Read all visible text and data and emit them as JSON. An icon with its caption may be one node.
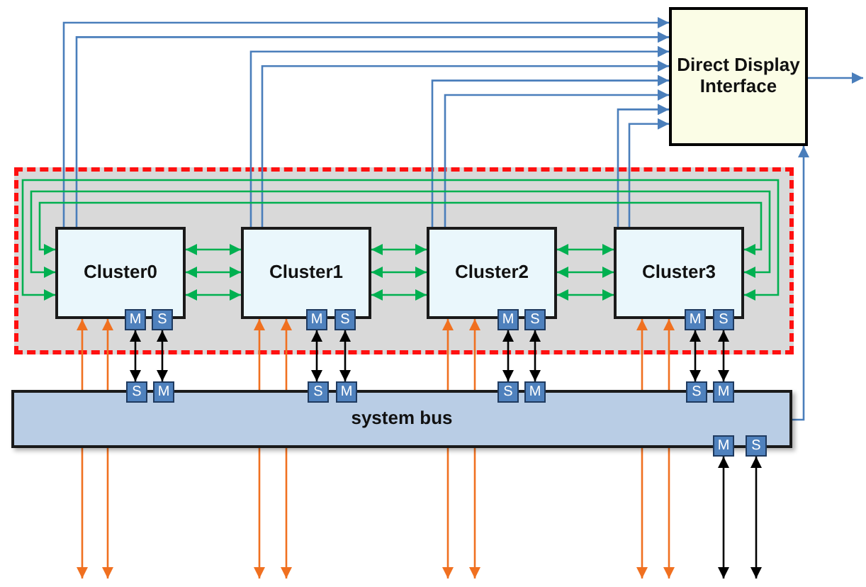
{
  "diagram": {
    "nodes": [
      {
        "text": [
          "Direct Display Interface"
        ]
      },
      {
        "text": [],
        "shape": "box"
      },
      {
        "text": [
          "Cluster0"
        ],
        "in": 1
      },
      {
        "text": [
          "Cluster1"
        ],
        "in": 1
      },
      {
        "text": [
          "Cluster2"
        ],
        "in": 1
      },
      {
        "text": [
          "Cluster3"
        ],
        "in": 1
      },
      {
        "text": [
          "M"
        ],
        "in": 1
      },
      {
        "text": [
          "S"
        ],
        "in": 1
      },
      {
        "text": [
          "M"
        ],
        "in": 1
      },
      {
        "text": [
          "S"
        ],
        "in": 1
      },
      {
        "text": [
          "M"
        ],
        "in": 1
      },
      {
        "text": [
          "S"
        ],
        "in": 1
      },
      {
        "text": [
          "M"
        ],
        "in": 1
      },
      {
        "text": [
          "S"
        ],
        "in": 1
      },
      {
        "text": [
          "system bus"
        ]
      },
      {
        "text": [
          "S"
        ]
      },
      {
        "text": [
          "M"
        ]
      },
      {
        "text": [
          "S"
        ]
      },
      {
        "text": [
          "M"
        ]
      },
      {
        "text": [
          "S"
        ]
      },
      {
        "text": [
          "M"
        ]
      },
      {
        "text": [
          "S"
        ]
      },
      {
        "text": [
          "M"
        ]
      },
      {
        "text": [
          "M"
        ]
      },
      {
        "text": [
          "S"
        ]
      }
    ],
    "edges": [
      {
        "from": 2,
        "to": 0,
        "arrow": "to",
        "color": "#4a7ebb"
      },
      {
        "from": 2,
        "to": 0,
        "arrow": "to",
        "color": "#4a7ebb"
      },
      {
        "from": 3,
        "to": 0,
        "arrow": "to",
        "color": "#4a7ebb"
      },
      {
        "from": 3,
        "to": 0,
        "arrow": "to",
        "color": "#4a7ebb"
      },
      {
        "from": 4,
        "to": 0,
        "arrow": "to",
        "color": "#4a7ebb"
      },
      {
        "from": 4,
        "to": 0,
        "arrow": "to",
        "color": "#4a7ebb"
      },
      {
        "from": 5,
        "to": 0,
        "arrow": "to",
        "color": "#4a7ebb"
      },
      {
        "from": 5,
        "to": 0,
        "arrow": "to",
        "color": "#4a7ebb"
      },
      {
        "from": 0,
        "to": null,
        "arrow": "to",
        "color": "#4a7ebb"
      },
      {
        "from": 14,
        "to": 0,
        "arrow": "to",
        "color": "#4a7ebb"
      },
      {
        "from": 2,
        "to": 3,
        "arrow": "both"
      },
      {
        "from": 2,
        "to": 3,
        "arrow": "both"
      },
      {
        "from": 2,
        "to": 3,
        "arrow": "both"
      },
      {
        "from": 3,
        "to": 4,
        "arrow": "both"
      },
      {
        "from": 3,
        "to": 4,
        "arrow": "both"
      },
      {
        "from": 3,
        "to": 4,
        "arrow": "both"
      },
      {
        "from": 4,
        "to": 5,
        "arrow": "both"
      },
      {
        "from": 4,
        "to": 5,
        "arrow": "both"
      },
      {
        "from": 4,
        "to": 5,
        "arrow": "both"
      },
      {
        "from": 5,
        "to": 2,
        "arrow": "both"
      },
      {
        "from": 5,
        "to": 2,
        "arrow": "both"
      },
      {
        "from": 5,
        "to": 2,
        "arrow": "both"
      },
      {
        "from": 6,
        "to": 15,
        "arrow": "both",
        "color": "#000000"
      },
      {
        "from": 7,
        "to": 16,
        "arrow": "both",
        "color": "#000000"
      },
      {
        "from": 8,
        "to": 17,
        "arrow": "both",
        "color": "#000000"
      },
      {
        "from": 9,
        "to": 18,
        "arrow": "both",
        "color": "#000000"
      },
      {
        "from": 10,
        "to": 19,
        "arrow": "both",
        "color": "#000000"
      },
      {
        "from": 11,
        "to": 20,
        "arrow": "both",
        "color": "#000000"
      },
      {
        "from": 12,
        "to": 21,
        "arrow": "both",
        "color": "#000000"
      },
      {
        "from": 13,
        "to": 22,
        "arrow": "both",
        "color": "#000000"
      },
      {
        "from": 2,
        "to": null,
        "arrow": "both",
        "color": "#f07020"
      },
      {
        "from": 2,
        "to": null,
        "arrow": "both",
        "color": "#f07020"
      },
      {
        "from": 3,
        "to": null,
        "arrow": "both",
        "color": "#f07020"
      },
      {
        "from": 3,
        "to": null,
        "arrow": "both",
        "color": "#f07020"
      },
      {
        "from": 4,
        "to": null,
        "arrow": "both",
        "color": "#f07020"
      },
      {
        "from": 4,
        "to": null,
        "arrow": "both",
        "color": "#f07020"
      },
      {
        "from": 5,
        "to": null,
        "arrow": "both",
        "color": "#f07020"
      },
      {
        "from": 5,
        "to": null,
        "arrow": "both",
        "color": "#f07020"
      },
      {
        "from": 23,
        "to": null,
        "arrow": "both",
        "color": "#000000"
      },
      {
        "from": 24,
        "to": null,
        "arrow": "both",
        "color": "#000000"
      }
    ]
  }
}
